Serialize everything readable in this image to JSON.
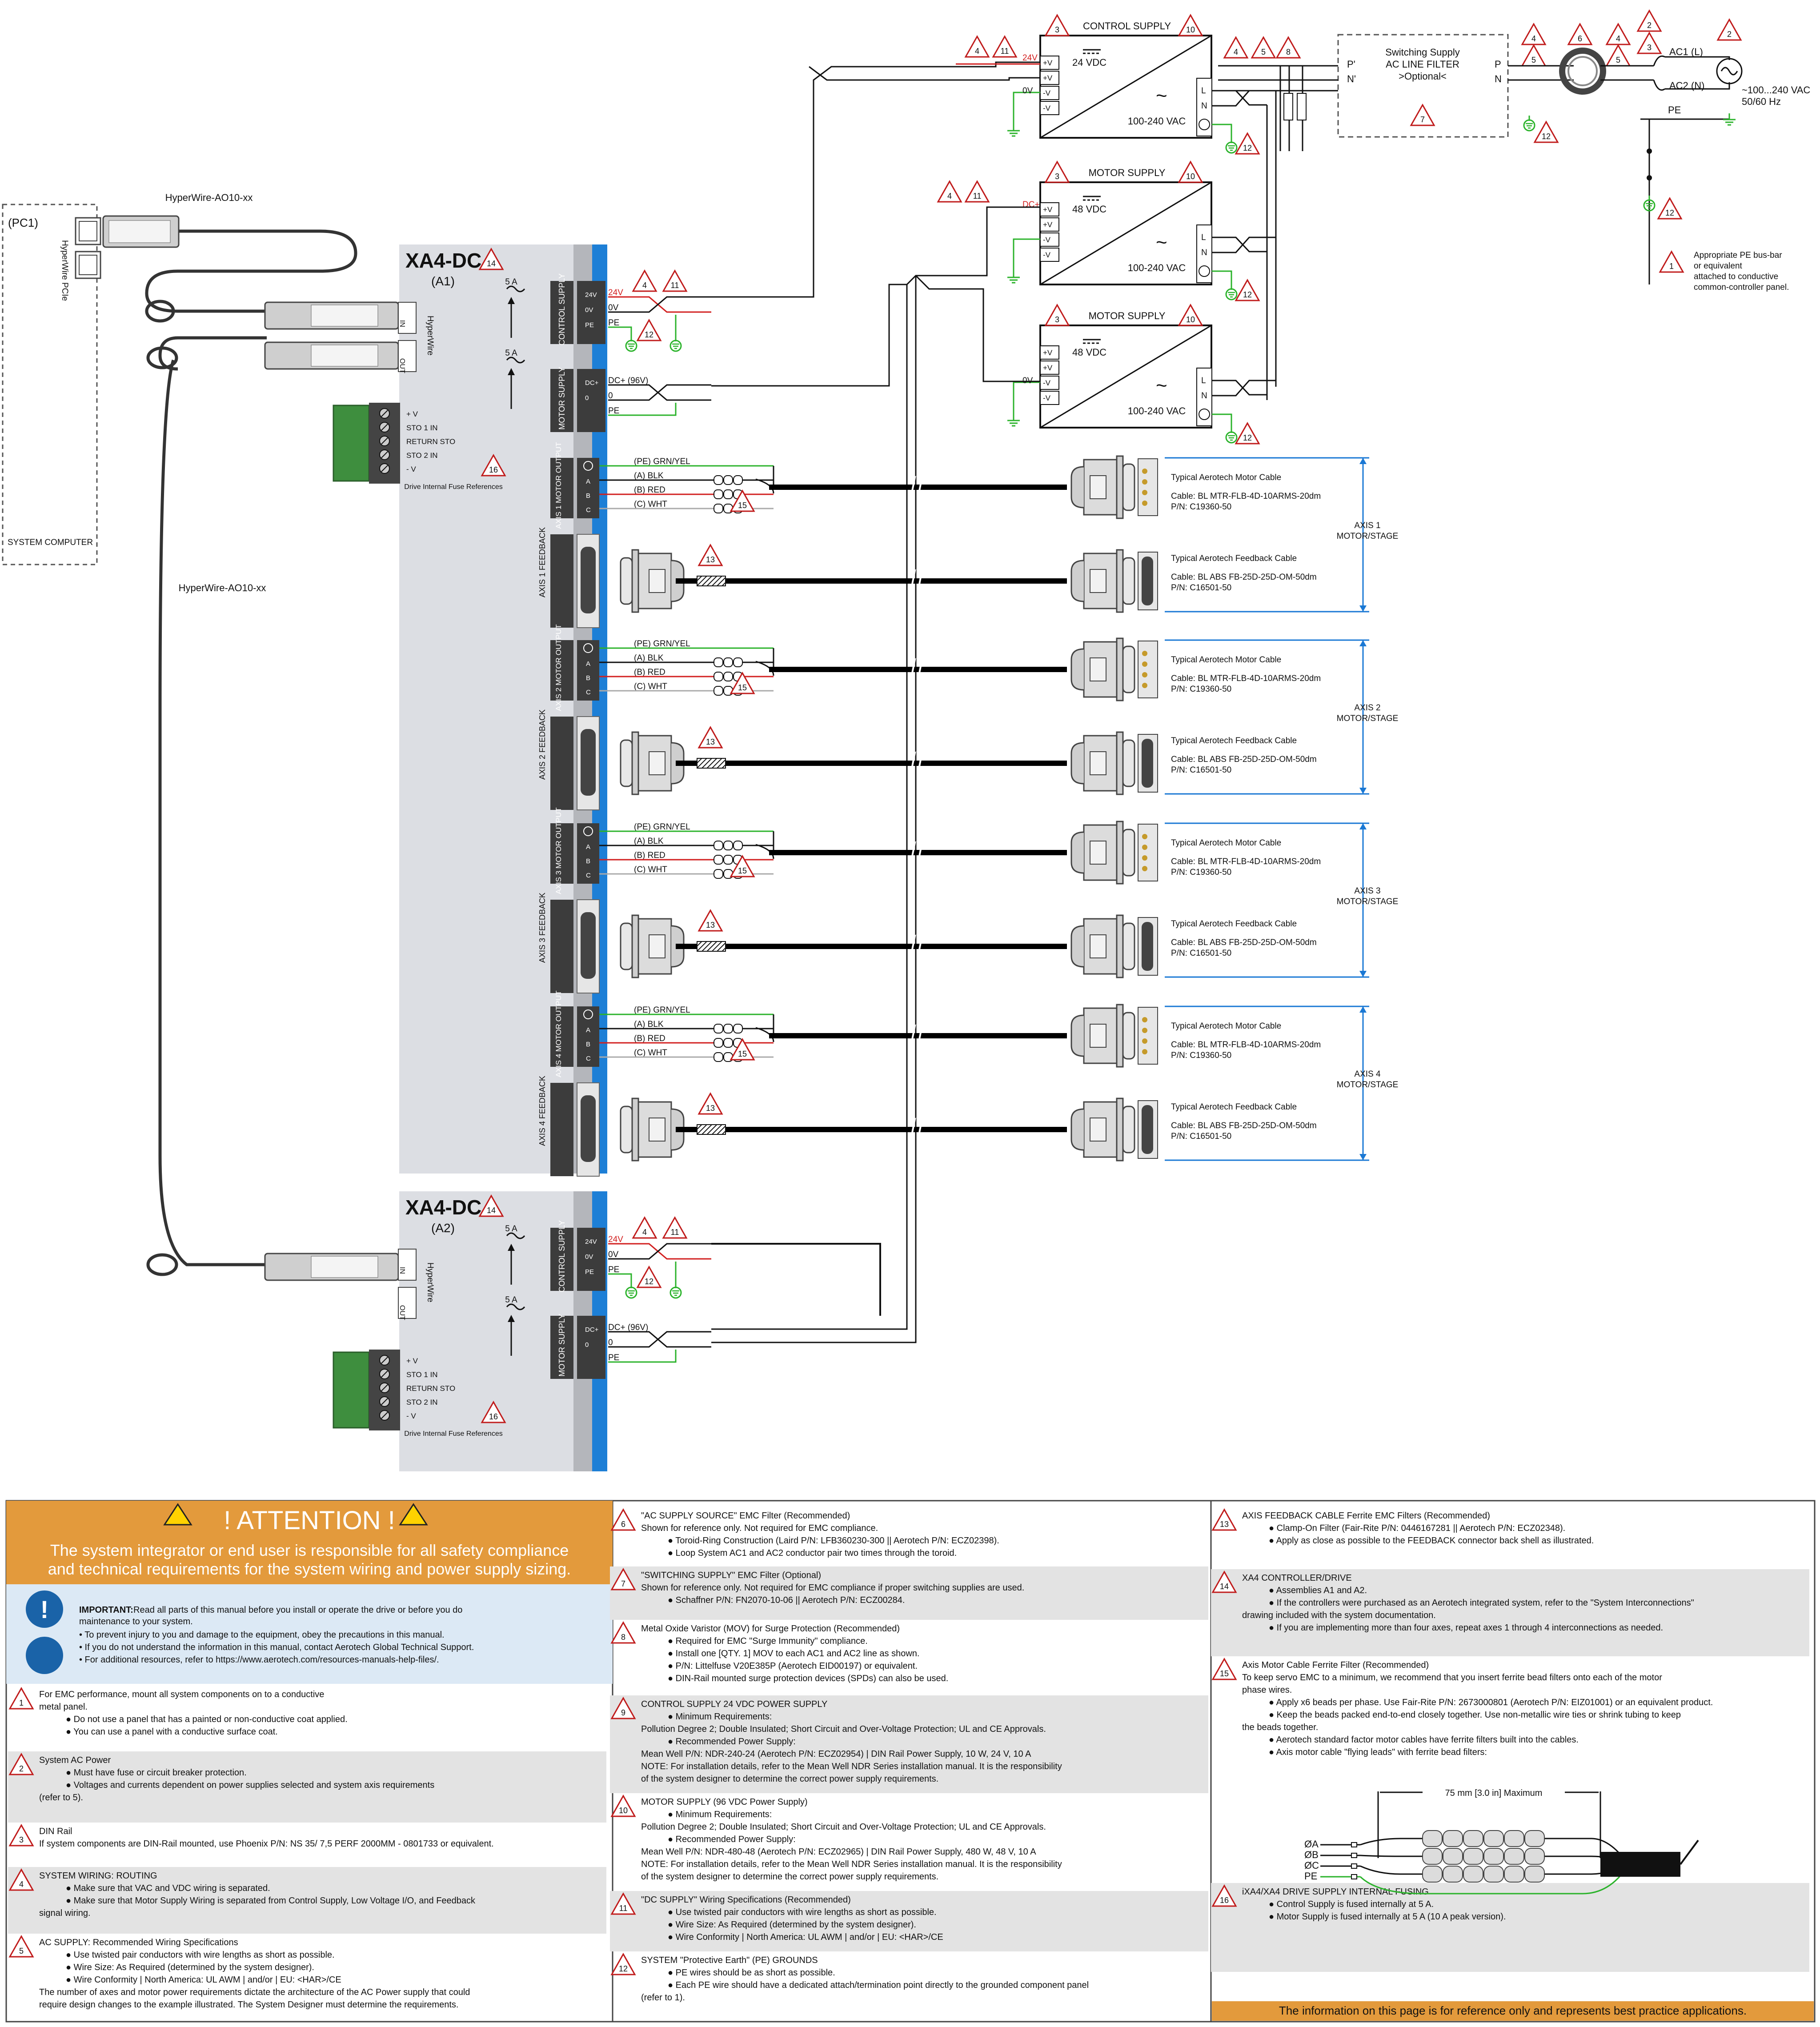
{
  "pc": {
    "label": "(PC1)",
    "card": "HyperWire PCIe",
    "caption": "SYSTEM COMPUTER",
    "cable_top": "HyperWire-AO10-xx",
    "cable_long": "HyperWire-AO10-xx"
  },
  "drives": [
    {
      "title": "XA4-DC",
      "sub": "(A1)",
      "note": "14"
    },
    {
      "title": "XA4-DC",
      "sub": "(A2)",
      "note": "14"
    }
  ],
  "drive_labels": {
    "hyperwire": "HyperWire",
    "in": "IN",
    "out": "OUT",
    "control_supply": "CONTROL SUPPLY",
    "motor_supply": "MOTOR SUPPLY",
    "fuse": "5 A",
    "fuse_ref": "Drive Internal Fuse References",
    "sto": [
      "+ V",
      "STO 1 IN",
      "RETURN STO",
      "STO 2 IN",
      "- V"
    ],
    "ctrl_pins": [
      "24V",
      "0V",
      "PE"
    ],
    "ctrl_wires": [
      "24V",
      "0V",
      "PE"
    ],
    "motor_pins": [
      "DC+",
      "0",
      ""
    ],
    "motor_wires": [
      "DC+ (96V)",
      "0",
      "PE"
    ]
  },
  "axes": [
    {
      "motor": "AXIS 1 MOTOR OUTPUT",
      "fb": "AXIS 1 FEEDBACK",
      "stage": "AXIS 1 MOTOR/STAGE"
    },
    {
      "motor": "AXIS 2 MOTOR OUTPUT",
      "fb": "AXIS 2 FEEDBACK",
      "stage": "AXIS 2 MOTOR/STAGE"
    },
    {
      "motor": "AXIS 3 MOTOR OUTPUT",
      "fb": "AXIS 3 FEEDBACK",
      "stage": "AXIS 3 MOTOR/STAGE"
    },
    {
      "motor": "AXIS 4 MOTOR OUTPUT",
      "fb": "AXIS 4 FEEDBACK",
      "stage": "AXIS 4 MOTOR/STAGE"
    }
  ],
  "motor_pins": [
    "",
    "A",
    "B",
    "C"
  ],
  "motor_wires": [
    "(PE) GRN/YEL",
    "(A) BLK",
    "(B) RED",
    "(C) WHT"
  ],
  "motor_cable": {
    "title": "Typical Aerotech Motor Cable",
    "cable": "Cable: BL MTR-FLB-4D-10ARMS-20dm",
    "pn": "P/N: C19360-50"
  },
  "fb_cable": {
    "title": "Typical Aerotech Feedback Cable",
    "cable": "Cable: BL ABS FB-25D-25D-OM-50dm",
    "pn": "P/N: C16501-50"
  },
  "supplies": [
    {
      "title": "CONTROL SUPPLY",
      "vout": "24 VDC",
      "vin": "100-240 VAC",
      "pins": [
        "+V",
        "+V",
        "-V",
        "-V"
      ],
      "out_label": "24V",
      "out_low": "0V"
    },
    {
      "title": "MOTOR SUPPLY",
      "vout": "48 VDC",
      "vin": "100-240 VAC",
      "pins": [
        "+V",
        "+V",
        "-V",
        "-V"
      ],
      "out_label": "DC+",
      "out_low": ""
    },
    {
      "title": "MOTOR SUPPLY",
      "vout": "48 VDC",
      "vin": "100-240 VAC",
      "pins": [
        "+V",
        "+V",
        "-V",
        "-V"
      ],
      "out_label": "",
      "out_low": "0V"
    }
  ],
  "supply_common": {
    "ln": [
      "L",
      "N"
    ],
    "tilde": "~",
    "dc": "—"
  },
  "line_filter": {
    "title": "Switching Supply",
    "l2": "AC LINE FILTER",
    "l3": ">Optional<",
    "p_in": "P'",
    "n_in": "N'",
    "p_out": "P",
    "n_out": "N"
  },
  "mains": {
    "ac1": "AC1 (L)",
    "ac2": "AC2 (N)",
    "pe": "PE",
    "v": "~100...240 VAC",
    "hz": "50/60 Hz"
  },
  "pe_note": [
    "Appropriate PE bus-bar",
    "or equivalent",
    "attached to conductive",
    "common-controller panel."
  ],
  "attention": {
    "header": "! ATTENTION !",
    "line1": "The system integrator or end user is responsible for all safety compliance",
    "line2": "and technical requirements for the system wiring and power supply sizing.",
    "important_lead": "IMPORTANT:",
    "important_rest": "Read all parts of this manual before you install or operate the drive or before you do",
    "important_l2": "maintenance to your system.",
    "b1": "• To prevent injury to you and damage to the equipment, obey the precautions in this manual.",
    "b2": "• If you do not understand the information in this manual, contact Aerotech Global Technical Support.",
    "b3": "• For additional resources, refer to https://www.aerotech.com/resources-manuals-help-files/."
  },
  "notes_col1": [
    {
      "n": "1",
      "lines": [
        "For EMC performance, mount all system components on to a conductive",
        "metal panel.",
        "● Do not use a panel that has a painted or non-conductive coat applied.",
        "● You can use a panel with a conductive surface coat."
      ]
    },
    {
      "n": "2",
      "lines": [
        "System AC Power",
        "● Must have fuse or circuit breaker protection.",
        "● Voltages and currents dependent on power supplies selected and system axis requirements",
        "(refer to 5)."
      ]
    },
    {
      "n": "3",
      "lines": [
        "DIN Rail",
        "If system components are DIN-Rail mounted, use Phoenix P/N: NS 35/ 7,5 PERF 2000MM - 0801733 or equivalent."
      ]
    },
    {
      "n": "4",
      "lines": [
        "SYSTEM WIRING: ROUTING",
        "● Make sure that VAC and VDC wiring is separated.",
        "● Make sure that Motor Supply Wiring is separated from Control Supply, Low Voltage I/O, and Feedback",
        "signal wiring."
      ]
    },
    {
      "n": "5",
      "lines": [
        "AC SUPPLY: Recommended Wiring Specifications",
        "● Use twisted pair conductors with wire lengths as short as possible.",
        "● Wire Size: As Required (determined by the system designer).",
        "● Wire Conformity | North America: UL AWM | and/or | EU: <HAR>/CE",
        "The number of axes and motor power requirements dictate the architecture of the AC Power supply that could",
        "require design changes to the example illustrated. The System Designer must determine the requirements."
      ]
    }
  ],
  "notes_col2": [
    {
      "n": "6",
      "lines": [
        "\"AC SUPPLY SOURCE\" EMC Filter (Recommended)",
        "Shown for reference only. Not required for EMC compliance.",
        "● Toroid-Ring Construction (Laird P/N: LFB360230-300 || Aerotech P/N:  ECZ02398).",
        "● Loop System AC1 and AC2 conductor pair two times through the toroid."
      ]
    },
    {
      "n": "7",
      "lines": [
        "\"SWITCHING SUPPLY\" EMC Filter (Optional)",
        "Shown for reference only. Not required for EMC compliance if proper switching supplies are used.",
        "● Schaffner P/N: FN2070-10-06 || Aerotech P/N:  ECZ00284."
      ]
    },
    {
      "n": "8",
      "lines": [
        "Metal Oxide Varistor (MOV) for Surge Protection (Recommended)",
        "● Required for EMC \"Surge Immunity\" compliance.",
        "● Install one [QTY. 1] MOV to each AC1 and AC2 line as shown.",
        "● P/N: Littelfuse V20E385P (Aerotech EID00197) or equivalent.",
        "● DIN-Rail mounted surge protection devices (SPDs) can also be used."
      ]
    },
    {
      "n": "9",
      "lines": [
        "CONTROL SUPPLY 24 VDC POWER SUPPLY",
        "● Minimum Requirements:",
        "Pollution Degree 2; Double Insulated; Short Circuit and Over-Voltage Protection; UL and CE Approvals.",
        "● Recommended Power Supply:",
        "Mean Well P/N: NDR-240-24 (Aerotech P/N: ECZ02954) | DIN Rail Power Supply, 10 W, 24 V, 10 A",
        "NOTE: For installation details, refer to the Mean Well NDR Series installation manual. It is the responsibility",
        "of the system designer to determine the correct power supply requirements."
      ]
    },
    {
      "n": "10",
      "lines": [
        "MOTOR SUPPLY (96 VDC Power Supply)",
        "● Minimum Requirements:",
        "Pollution Degree 2; Double Insulated; Short Circuit and Over-Voltage Protection; UL and CE Approvals.",
        "● Recommended Power Supply:",
        "Mean Well P/N: NDR-480-48 (Aerotech P/N: ECZ02965) | DIN Rail Power Supply, 480 W, 48 V, 10 A",
        "NOTE: For installation details, refer to the Mean Well NDR Series installation manual. It is the responsibility",
        "of the system designer to determine the correct power supply requirements."
      ]
    },
    {
      "n": "11",
      "lines": [
        "\"DC SUPPLY\" Wiring Specifications (Recommended)",
        "● Use twisted pair conductors with wire lengths as short as possible.",
        "● Wire Size: As Required (determined by the system designer).",
        "● Wire Conformity | North America: UL AWM | and/or | EU: <HAR>/CE"
      ]
    },
    {
      "n": "12",
      "lines": [
        "SYSTEM \"Protective Earth\" (PE) GROUNDS",
        "● PE wires should be as short as possible.",
        "● Each PE wire should have a dedicated attach/termination point directly to the grounded component panel",
        "(refer to 1)."
      ]
    }
  ],
  "notes_col3": [
    {
      "n": "13",
      "lines": [
        "AXIS FEEDBACK CABLE Ferrite EMC Filters (Recommended)",
        "● Clamp-On Filter (Fair-Rite P/N:  0446167281 || Aerotech P/N: ECZ02348).",
        "● Apply as close as possible to the FEEDBACK connector back shell as illustrated."
      ]
    },
    {
      "n": "14",
      "lines": [
        "XA4 CONTROLLER/DRIVE",
        "● Assemblies A1 and A2.",
        "● If the controllers were purchased as an Aerotech integrated system, refer to the \"System Interconnections\"",
        "drawing included with the system documentation.",
        "● If you are implementing more than four axes, repeat axes 1 through 4 interconnections as needed."
      ]
    },
    {
      "n": "15",
      "lines": [
        "Axis Motor Cable Ferrite Filter (Recommended)",
        "To keep servo EMC to a minimum, we recommend that you insert ferrite bead filters onto each of the motor",
        "phase wires.",
        "● Apply x6 beads per phase. Use Fair-Rite P/N: 2673000801 (Aerotech P/N: EIZ01001) or an equivalent product.",
        "● Keep the beads packed end-to-end closely together. Use non-metallic wire ties or shrink tubing to keep",
        "the beads together.",
        "● Aerotech standard factor motor cables have ferrite filters built into the cables.",
        "● Axis motor cable \"flying leads\" with ferrite bead filters:"
      ]
    },
    {
      "n": "16",
      "lines": [
        "iXA4/XA4 DRIVE SUPPLY INTERNAL FUSING",
        "● Control Supply is fused internally at 5 A.",
        "● Motor Supply is fused internally at 5 A (10 A peak version)."
      ]
    }
  ],
  "bead_diagram": {
    "dim": "75 mm [3.0 in] Maximum",
    "wires": [
      "ØA",
      "ØB",
      "ØC",
      "PE"
    ]
  },
  "footer": "The information on this page is for reference only and represents best practice applications."
}
